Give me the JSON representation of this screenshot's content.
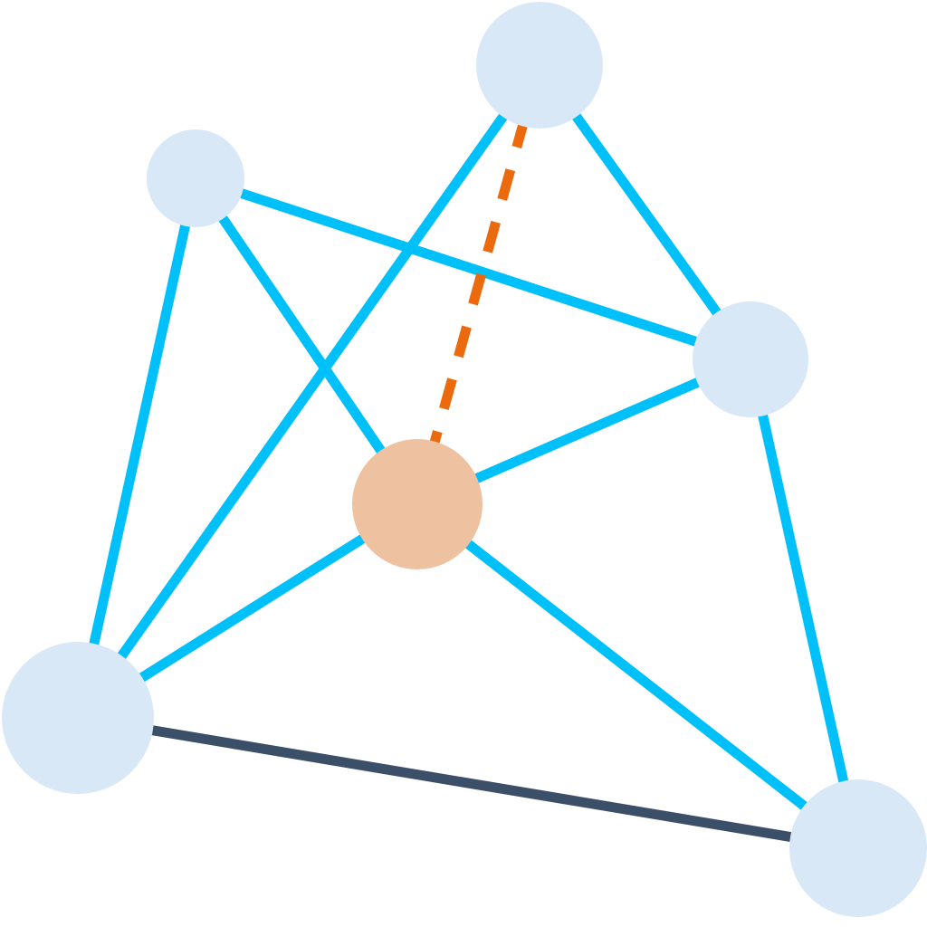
{
  "colors": {
    "background": "#ffffff",
    "edge_primary": "#00c0fa",
    "edge_dark": "#3b4f69",
    "edge_dashed": "#ec6a0e",
    "node_default": "#d9e8f7",
    "node_highlight": "#eec1a0"
  },
  "nodes": [
    {
      "id": "top",
      "fill_key": "node_default"
    },
    {
      "id": "upper-left",
      "fill_key": "node_default"
    },
    {
      "id": "right",
      "fill_key": "node_default"
    },
    {
      "id": "center",
      "fill_key": "node_highlight"
    },
    {
      "id": "bottom-left",
      "fill_key": "node_default"
    },
    {
      "id": "bottom-right",
      "fill_key": "node_default"
    }
  ],
  "edges": [
    {
      "from": "upper-left",
      "to": "bottom-left",
      "style": "solid",
      "color_key": "edge_primary"
    },
    {
      "from": "upper-left",
      "to": "center",
      "style": "solid",
      "color_key": "edge_primary"
    },
    {
      "from": "upper-left",
      "to": "right",
      "style": "solid",
      "color_key": "edge_primary"
    },
    {
      "from": "top",
      "to": "bottom-left",
      "style": "solid",
      "color_key": "edge_primary"
    },
    {
      "from": "top",
      "to": "right",
      "style": "solid",
      "color_key": "edge_primary"
    },
    {
      "from": "right",
      "to": "center",
      "style": "solid",
      "color_key": "edge_primary"
    },
    {
      "from": "right",
      "to": "bottom-right",
      "style": "solid",
      "color_key": "edge_primary"
    },
    {
      "from": "center",
      "to": "bottom-left",
      "style": "solid",
      "color_key": "edge_primary"
    },
    {
      "from": "center",
      "to": "bottom-right",
      "style": "solid",
      "color_key": "edge_primary"
    },
    {
      "from": "bottom-left",
      "to": "bottom-right",
      "style": "solid",
      "color_key": "edge_dark"
    },
    {
      "from": "top",
      "to": "center",
      "style": "dashed",
      "color_key": "edge_dashed"
    }
  ]
}
